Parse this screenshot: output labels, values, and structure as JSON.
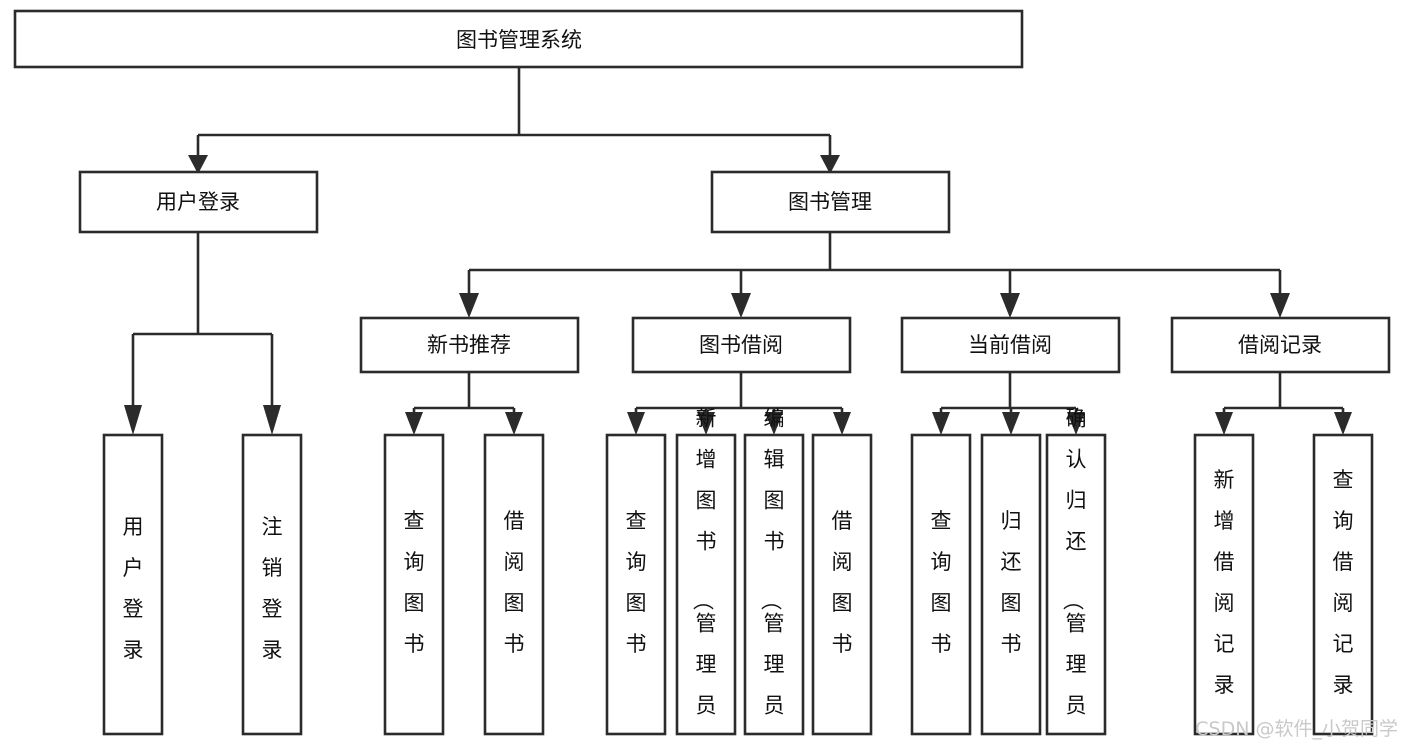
{
  "diagram": {
    "title": "图书管理系统",
    "type": "tree-hierarchy",
    "orientation": "top-down",
    "background_color": "#ffffff",
    "line_color": "#2b2b2b",
    "text_color": "#111111"
  },
  "root": {
    "label": "图书管理系统"
  },
  "level2": [
    {
      "label": "用户登录"
    },
    {
      "label": "图书管理"
    }
  ],
  "level3": [
    {
      "label": "新书推荐"
    },
    {
      "label": "图书借阅"
    },
    {
      "label": "当前借阅"
    },
    {
      "label": "借阅记录"
    }
  ],
  "leaves": {
    "user_login": [
      {
        "label": "用户登录"
      },
      {
        "label": "注销登录"
      }
    ],
    "new_book_recommend": [
      {
        "label": "查询图书"
      },
      {
        "label": "借阅图书"
      }
    ],
    "book_borrow": [
      {
        "label": "查询图书"
      },
      {
        "label": "新增图书（管理员）"
      },
      {
        "label": "编辑图书（管理员）"
      },
      {
        "label": "借阅图书"
      }
    ],
    "current_borrow": [
      {
        "label": "查询图书"
      },
      {
        "label": "归还图书"
      },
      {
        "label": "确认归还（管理员）"
      }
    ],
    "borrow_record": [
      {
        "label": "新增借阅记录"
      },
      {
        "label": "查询借阅记录"
      }
    ]
  },
  "watermark": {
    "text": "CSDN @软件_小贺同学"
  }
}
